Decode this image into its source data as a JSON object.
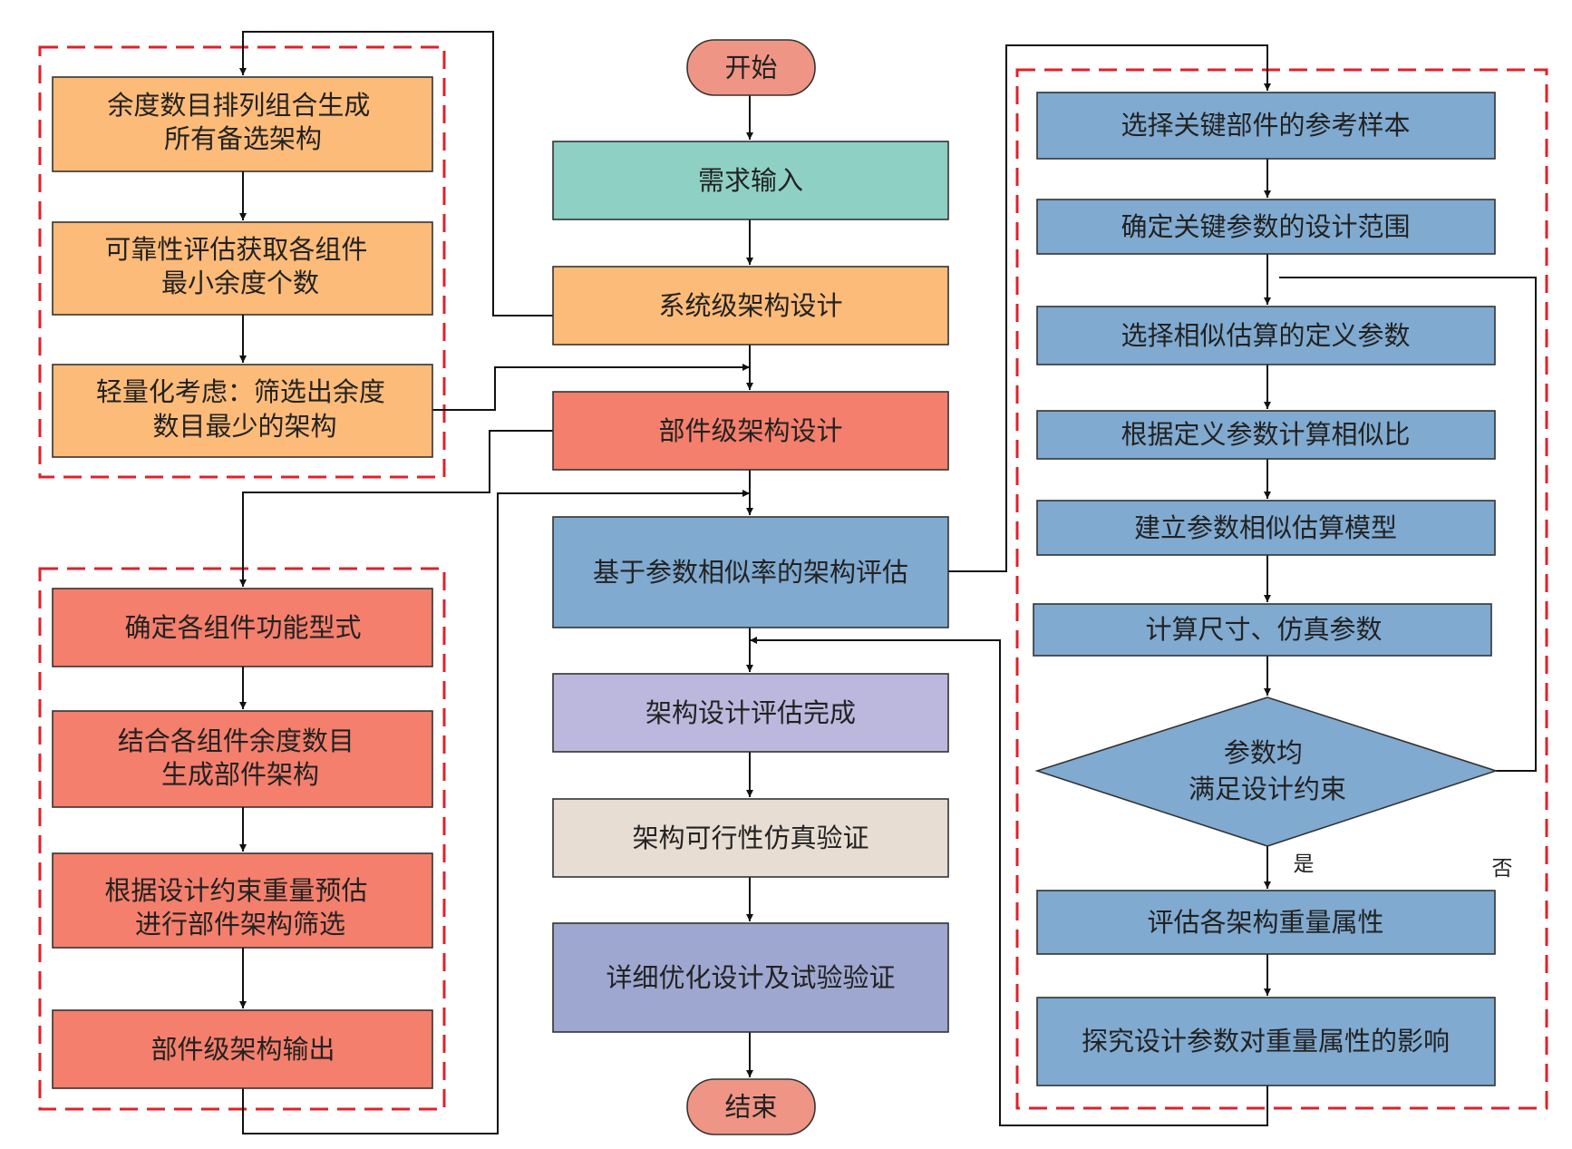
{
  "colors": {
    "terminal": "#ef9585",
    "requirement": "#8fd0c4",
    "system": "#fcbb79",
    "component": "#f47f6c",
    "evaluation": "#80aad0",
    "done": "#bcb8dd",
    "simulation": "#e8ddd3",
    "optimize": "#9ea7cf",
    "dashed_frame": "#e0202a"
  },
  "main": {
    "start": "开始",
    "requirement_input": "需求输入",
    "system_design": "系统级架构设计",
    "component_design": "部件级架构设计",
    "evaluation": "基于参数相似率的架构评估",
    "evaluation_done": "架构设计评估完成",
    "feasibility": "架构可行性仿真验证",
    "detailed": "详细优化设计及试验验证",
    "end": "结束"
  },
  "left_top": {
    "step1": [
      "余度数目排列组合生成",
      "所有备选架构"
    ],
    "step2": [
      "可靠性评估获取各组件",
      "最小余度个数"
    ],
    "step3": [
      "轻量化考虑：筛选出余度",
      "数目最少的架构"
    ]
  },
  "left_bottom": {
    "step1": "确定各组件功能型式",
    "step2": [
      "结合各组件余度数目",
      "生成部件架构"
    ],
    "step3": [
      "根据设计约束重量预估",
      "进行部件架构筛选"
    ],
    "step4": "部件级架构输出"
  },
  "right": {
    "step1": "选择关键部件的参考样本",
    "step2": "确定关键参数的设计范围",
    "step3": "选择相似估算的定义参数",
    "step4": "根据定义参数计算相似比",
    "step5": "建立参数相似估算模型",
    "step6": "计算尺寸、仿真参数",
    "decision": [
      "参数均",
      "满足设计约束"
    ],
    "yes": "是",
    "no": "否",
    "step7": "评估各架构重量属性",
    "step8": "探究设计参数对重量属性的影响"
  }
}
